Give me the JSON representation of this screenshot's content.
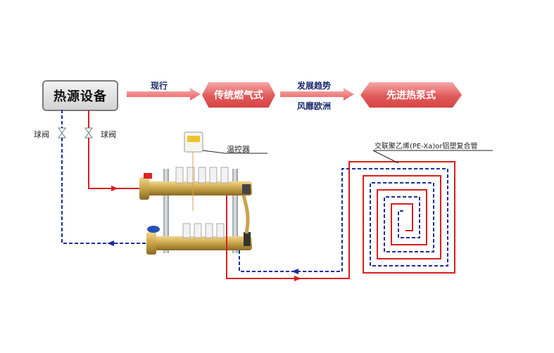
{
  "flow": {
    "source": "热源设备",
    "arrow1_label": "现行",
    "stage1": "传统燃气式",
    "arrow2_label_top": "发展趋势",
    "arrow2_label_bottom": "风靡欧洲",
    "stage2": "先进热泵式"
  },
  "labels": {
    "valve_left": "球阀",
    "valve_right": "球阀",
    "thermostat": "温控器",
    "pipe": "交联聚乙烯(PE-Xa)or铝塑复合管"
  },
  "colors": {
    "supply_red": "#d91e1e",
    "return_blue": "#1c2f9c",
    "brass": "#c9a24a"
  }
}
